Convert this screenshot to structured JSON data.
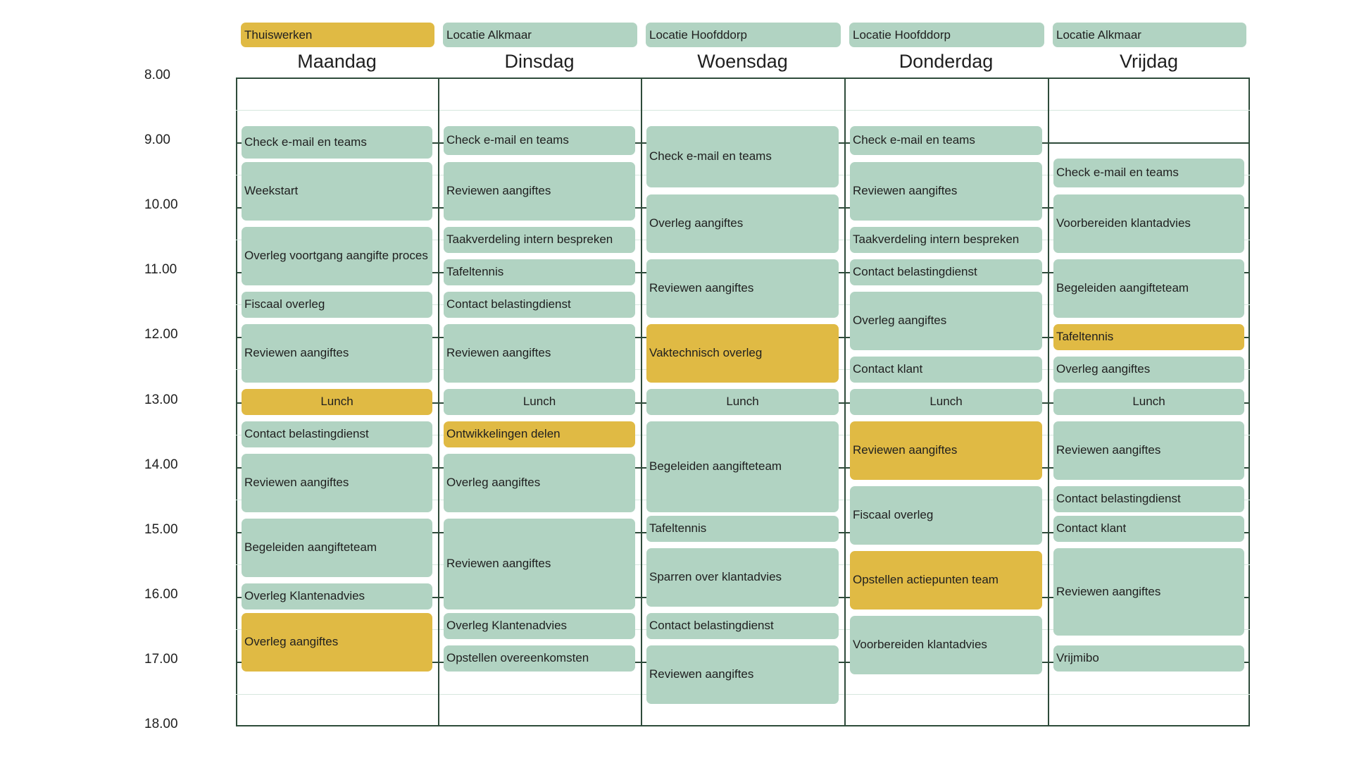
{
  "colors": {
    "event": "#b1d3c2",
    "highlight": "#e0ba44",
    "grid_line": "#2e4b3a",
    "grid_half_line": "#d6e7de"
  },
  "times": [
    "8.00",
    "9.00",
    "10.00",
    "11.00",
    "12.00",
    "13.00",
    "14.00",
    "15.00",
    "16.00",
    "17.00",
    "18.00"
  ],
  "days": [
    {
      "name": "Maandag",
      "location": "Thuiswerken",
      "location_highlight": true,
      "events": [
        {
          "label": "Check e-mail en teams",
          "start": 8.75,
          "end": 9.25
        },
        {
          "label": "Weekstart",
          "start": 9.3,
          "end": 10.2
        },
        {
          "label": "Overleg voortgang aangifte proces",
          "start": 10.3,
          "end": 11.2
        },
        {
          "label": "Fiscaal overleg",
          "start": 11.3,
          "end": 11.7
        },
        {
          "label": "Reviewen aangiftes",
          "start": 11.8,
          "end": 12.7
        },
        {
          "label": "Lunch",
          "start": 12.8,
          "end": 13.2,
          "highlight": true,
          "center": true
        },
        {
          "label": "Contact belastingdienst",
          "start": 13.3,
          "end": 13.7
        },
        {
          "label": "Reviewen aangiftes",
          "start": 13.8,
          "end": 14.7
        },
        {
          "label": "Begeleiden aangifteteam",
          "start": 14.8,
          "end": 15.7
        },
        {
          "label": "Overleg Klantenadvies",
          "start": 15.8,
          "end": 16.2
        },
        {
          "label": "Overleg aangiftes",
          "start": 16.25,
          "end": 17.15,
          "highlight": true
        }
      ]
    },
    {
      "name": "Dinsdag",
      "location": "Locatie Alkmaar",
      "location_highlight": false,
      "events": [
        {
          "label": "Check e-mail en teams",
          "start": 8.75,
          "end": 9.2
        },
        {
          "label": "Reviewen aangiftes",
          "start": 9.3,
          "end": 10.2
        },
        {
          "label": "Taakverdeling intern bespreken",
          "start": 10.3,
          "end": 10.7
        },
        {
          "label": "Tafeltennis",
          "start": 10.8,
          "end": 11.2
        },
        {
          "label": "Contact belastingdienst",
          "start": 11.3,
          "end": 11.7
        },
        {
          "label": "Reviewen aangiftes",
          "start": 11.8,
          "end": 12.7
        },
        {
          "label": "Lunch",
          "start": 12.8,
          "end": 13.2,
          "center": true
        },
        {
          "label": "Ontwikkelingen delen",
          "start": 13.3,
          "end": 13.7,
          "highlight": true
        },
        {
          "label": "Overleg aangiftes",
          "start": 13.8,
          "end": 14.7
        },
        {
          "label": "Reviewen aangiftes",
          "start": 14.8,
          "end": 16.2
        },
        {
          "label": "Overleg Klantenadvies",
          "start": 16.25,
          "end": 16.65
        },
        {
          "label": "Opstellen overeenkomsten",
          "start": 16.75,
          "end": 17.15
        }
      ]
    },
    {
      "name": "Woensdag",
      "location": "Locatie Hoofddorp",
      "location_highlight": false,
      "events": [
        {
          "label": "Check e-mail en teams",
          "start": 8.75,
          "end": 9.7
        },
        {
          "label": "Overleg aangiftes",
          "start": 9.8,
          "end": 10.7
        },
        {
          "label": "Reviewen aangiftes",
          "start": 10.8,
          "end": 11.7
        },
        {
          "label": "Vaktechnisch overleg",
          "start": 11.8,
          "end": 12.7,
          "highlight": true
        },
        {
          "label": "Lunch",
          "start": 12.8,
          "end": 13.2,
          "center": true
        },
        {
          "label": "Begeleiden aangifteteam",
          "start": 13.3,
          "end": 14.7
        },
        {
          "label": "Tafeltennis",
          "start": 14.75,
          "end": 15.15
        },
        {
          "label": "Sparren over klantadvies",
          "start": 15.25,
          "end": 16.15
        },
        {
          "label": "Contact belastingdienst",
          "start": 16.25,
          "end": 16.65
        },
        {
          "label": "Reviewen aangiftes",
          "start": 16.75,
          "end": 17.65
        }
      ]
    },
    {
      "name": "Donderdag",
      "location": "Locatie Hoofddorp",
      "location_highlight": false,
      "events": [
        {
          "label": "Check e-mail en teams",
          "start": 8.75,
          "end": 9.2
        },
        {
          "label": "Reviewen aangiftes",
          "start": 9.3,
          "end": 10.2
        },
        {
          "label": "Taakverdeling intern bespreken",
          "start": 10.3,
          "end": 10.7
        },
        {
          "label": "Contact belastingdienst",
          "start": 10.8,
          "end": 11.2
        },
        {
          "label": "Overleg aangiftes",
          "start": 11.3,
          "end": 12.2
        },
        {
          "label": "Contact klant",
          "start": 12.3,
          "end": 12.7
        },
        {
          "label": "Lunch",
          "start": 12.8,
          "end": 13.2,
          "center": true
        },
        {
          "label": "Reviewen aangiftes",
          "start": 13.3,
          "end": 14.2,
          "highlight": true
        },
        {
          "label": "Fiscaal overleg",
          "start": 14.3,
          "end": 15.2
        },
        {
          "label": "Opstellen actiepunten team",
          "start": 15.3,
          "end": 16.2,
          "highlight": true
        },
        {
          "label": "Voorbereiden klantadvies",
          "start": 16.3,
          "end": 17.2
        }
      ]
    },
    {
      "name": "Vrijdag",
      "location": "Locatie Alkmaar",
      "location_highlight": false,
      "events": [
        {
          "label": "Check e-mail en teams",
          "start": 9.25,
          "end": 9.7
        },
        {
          "label": "Voorbereiden klantadvies",
          "start": 9.8,
          "end": 10.7
        },
        {
          "label": "Begeleiden aangifteteam",
          "start": 10.8,
          "end": 11.7
        },
        {
          "label": "Tafeltennis",
          "start": 11.8,
          "end": 12.2,
          "highlight": true
        },
        {
          "label": "Overleg aangiftes",
          "start": 12.3,
          "end": 12.7
        },
        {
          "label": "Lunch",
          "start": 12.8,
          "end": 13.2,
          "center": true
        },
        {
          "label": "Reviewen aangiftes",
          "start": 13.3,
          "end": 14.2
        },
        {
          "label": "Contact belastingdienst",
          "start": 14.3,
          "end": 14.7
        },
        {
          "label": "Contact klant",
          "start": 14.75,
          "end": 15.15
        },
        {
          "label": "Reviewen aangiftes",
          "start": 15.25,
          "end": 16.6
        },
        {
          "label": "Vrijmibo",
          "start": 16.75,
          "end": 17.15
        }
      ]
    }
  ]
}
